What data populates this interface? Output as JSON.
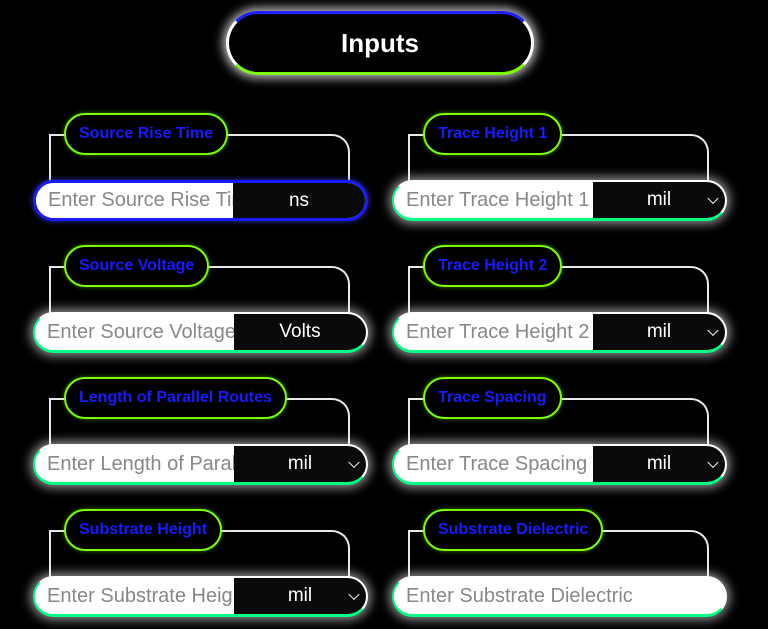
{
  "header": {
    "title": "Inputs"
  },
  "colors": {
    "accent_blue": "#1a1aff",
    "accent_green": "#7CFC00",
    "field_green": "#00ff80"
  },
  "fields": [
    {
      "label": "Source Rise Time",
      "placeholder": "Enter Source Rise Time",
      "unit": "ns",
      "unit_type": "static",
      "focused": true
    },
    {
      "label": "Trace Height 1",
      "placeholder": "Enter Trace Height 1",
      "unit": "mil",
      "unit_type": "dropdown"
    },
    {
      "label": "Source Voltage",
      "placeholder": "Enter Source Voltage",
      "unit": "Volts",
      "unit_type": "static"
    },
    {
      "label": "Trace Height 2",
      "placeholder": "Enter Trace Height 2",
      "unit": "mil",
      "unit_type": "dropdown"
    },
    {
      "label": "Length of Parallel Routes",
      "placeholder": "Enter Length of Parallel Routes",
      "unit": "mil",
      "unit_type": "dropdown"
    },
    {
      "label": "Trace Spacing",
      "placeholder": "Enter Trace Spacing",
      "unit": "mil",
      "unit_type": "dropdown"
    },
    {
      "label": "Substrate Height",
      "placeholder": "Enter Substrate Height",
      "unit": "mil",
      "unit_type": "dropdown"
    },
    {
      "label": "Substrate Dielectric",
      "placeholder": "Enter Substrate Dielectric",
      "unit_type": "none"
    }
  ]
}
